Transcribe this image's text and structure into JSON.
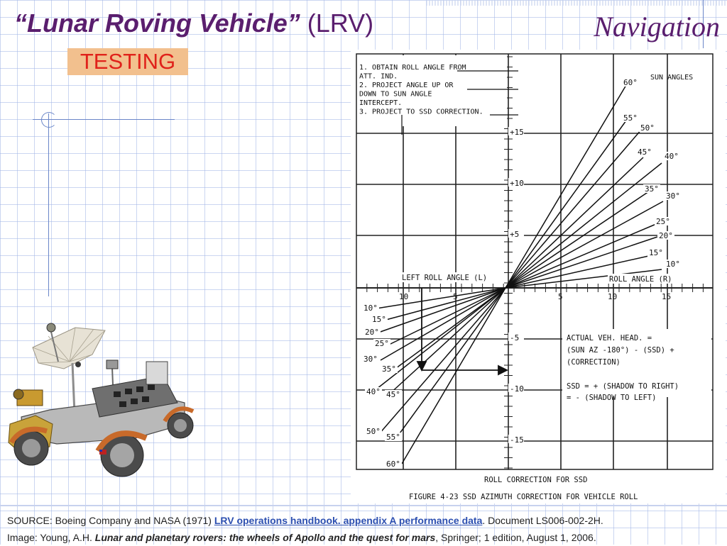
{
  "slide": {
    "title_main": "“Lunar Roving Vehicle”",
    "title_abbr": "(LRV)",
    "section_title": "Navigation",
    "badge": "TESTING"
  },
  "figure": {
    "instructions": [
      "1.  OBTAIN ROLL ANGLE FROM",
      "    ATT. IND.",
      "2.  PROJECT ANGLE UP OR",
      "    DOWN TO SUN ANGLE",
      "    INTERCEPT.",
      "3.  PROJECT TO SSD CORRECTION."
    ],
    "sun_angles_label": "SUN ANGLES",
    "left_roll_label": "LEFT ROLL ANGLE (L)",
    "right_roll_label": "ROLL ANGLE (R)",
    "x_ticks": [
      "10",
      "5",
      "5",
      "10",
      "15"
    ],
    "y_ticks": [
      "+15",
      "+10",
      "+5",
      "-5",
      "-10",
      "-15"
    ],
    "upper_angles": [
      "60°",
      "55°",
      "50°",
      "45°",
      "40°",
      "35°",
      "30°",
      "25°",
      "20°",
      "15°",
      "10°"
    ],
    "lower_angles": [
      "10°",
      "15°",
      "20°",
      "25°",
      "30°",
      "35°",
      "40°",
      "45°",
      "50°",
      "55°",
      "60°"
    ],
    "formula": [
      "ACTUAL VEH. HEAD. =",
      "(SUN AZ -180°) - (SSD) +",
      "(CORRECTION)"
    ],
    "ssd_notes": [
      "SSD = + (SHADOW TO RIGHT)",
      "    = - (SHADOW TO LEFT)"
    ],
    "y_axis_caption": "ROLL CORRECTION FOR SSD",
    "caption": "FIGURE 4-23  SSD AZIMUTH CORRECTION FOR VEHICLE ROLL"
  },
  "footer": {
    "source_prefix": "SOURCE: Boeing Company and NASA (1971) ",
    "source_link": "LRV operations handbook. appendix A performance data",
    "source_suffix": ". Document LS006-002-2H.",
    "image_prefix": "Image: Young, A.H. ",
    "image_title": "Lunar and planetary rovers: the wheels of Apollo and the quest for mars",
    "image_suffix": ", Springer; 1 edition, August 1, 2006."
  },
  "colors": {
    "title": "#5a1e6e",
    "badge_bg": "#f2c08e",
    "badge_text": "#e0221b",
    "link": "#2c4fb0"
  }
}
